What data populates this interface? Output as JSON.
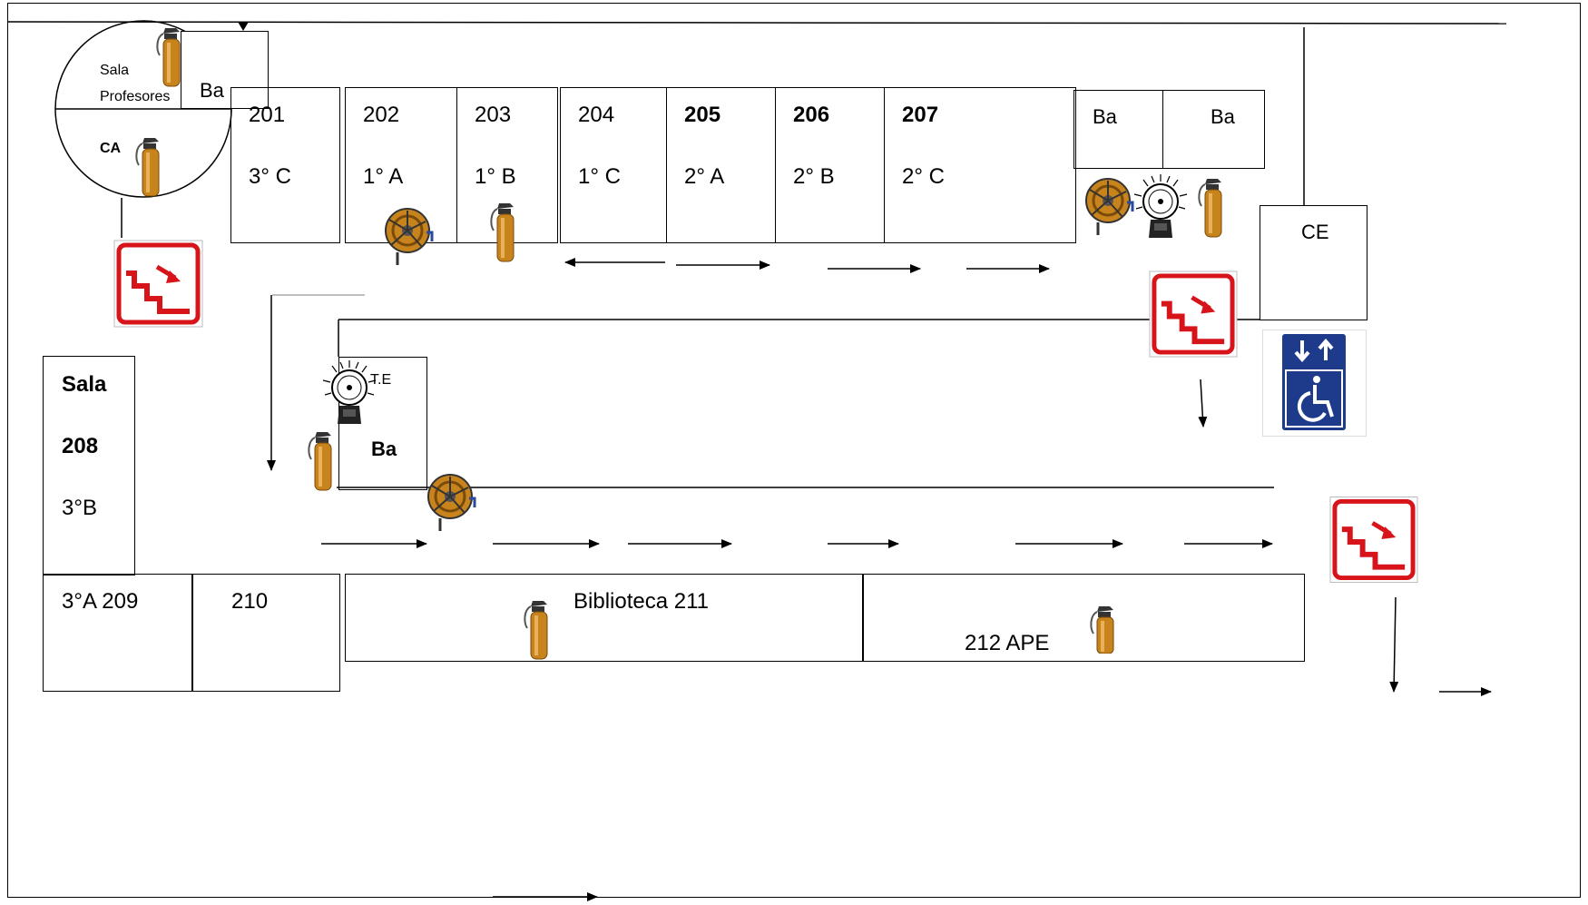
{
  "staff_room": {
    "line1": "Sala",
    "line2": "Profesores",
    "ca": "CA",
    "bath": "Ba"
  },
  "top_rooms": [
    {
      "num": "201",
      "group": "3° C",
      "bold": false
    },
    {
      "num": "202",
      "group": "1° A",
      "bold": false
    },
    {
      "num": "203",
      "group": "1° B",
      "bold": false
    },
    {
      "num": "204",
      "group": "1° C",
      "bold": false
    },
    {
      "num": "205",
      "group": "2° A",
      "bold": true
    },
    {
      "num": "206",
      "group": "2° B",
      "bold": true
    },
    {
      "num": "207",
      "group": "2° C",
      "bold": true
    }
  ],
  "bath_right_1": "Ba",
  "bath_right_2": "Ba",
  "ce": "CE",
  "sala208": {
    "line1": "Sala",
    "line2": "208",
    "line3": "3°B"
  },
  "te_bath": {
    "te": "T.E",
    "ba": "Ba"
  },
  "room209": "3°A 209",
  "room210": "210",
  "library": "Biblioteca 211",
  "room212": "212   APE",
  "colors": {
    "sign_red": "#d7141a",
    "sign_blue": "#1e3a8a",
    "extinguisher": "#c8841c"
  },
  "icons": [
    "fire-extinguisher-icon",
    "fire-hose-reel-icon",
    "alarm-bell-icon",
    "emergency-stairs-icon",
    "accessible-elevator-icon",
    "evacuation-arrow"
  ]
}
